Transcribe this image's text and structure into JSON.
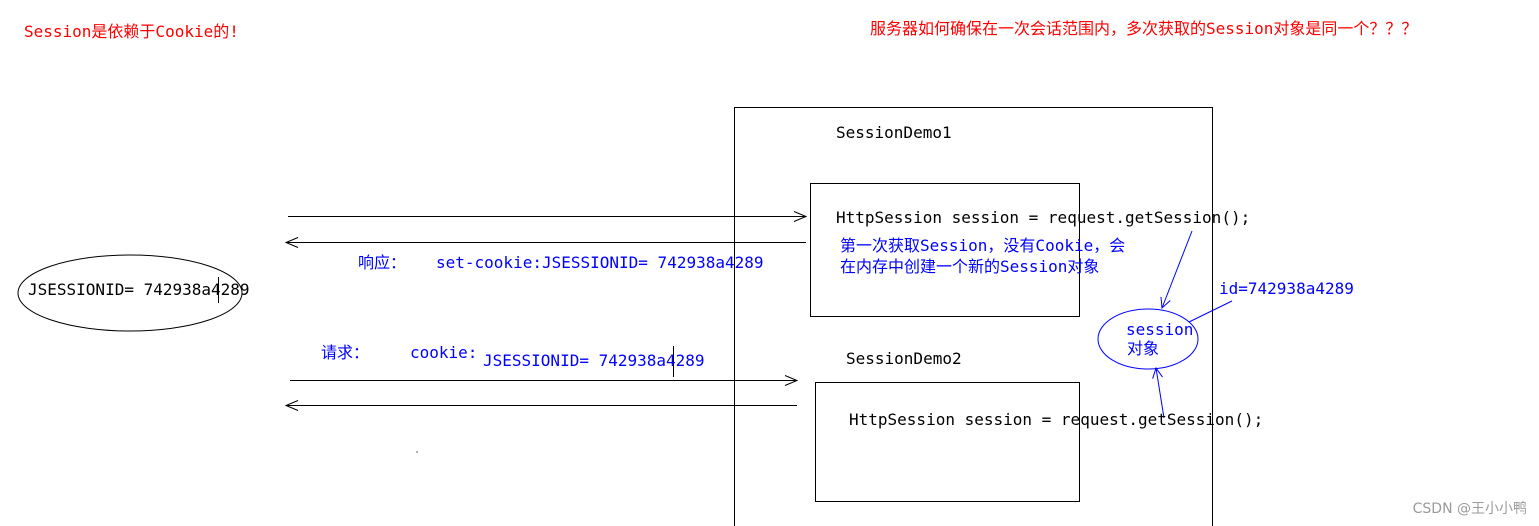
{
  "notes": {
    "top_left": "Session是依赖于Cookie的!",
    "top_right": "服务器如何确保在一次会话范围内，多次获取的Session对象是同一个？？？"
  },
  "client": {
    "cookie_ellipse_text": "JSESSIONID= 742938a4289"
  },
  "response": {
    "label": "响应：",
    "value": "set-cookie:JSESSIONID= 742938a4289"
  },
  "request": {
    "label": "请求：",
    "cookie_label": "cookie:",
    "cookie_value": "JSESSIONID= 742938a4289"
  },
  "server": {
    "demo1": {
      "title": "SessionDemo1",
      "code": "HttpSession session = request.getSession();",
      "note_line1": "第一次获取Session，没有Cookie，会",
      "note_line2": "在内存中创建一个新的Session对象"
    },
    "demo2": {
      "title": "SessionDemo2",
      "code": "HttpSession session = request.getSession();"
    },
    "session_object": {
      "line1": "session",
      "line2": "对象",
      "id": "id=742938a4289"
    }
  },
  "watermark": "CSDN @王小小鸭",
  "colors": {
    "annotation": "#0000ff",
    "heading": "#ff0000",
    "lines": "#000000"
  }
}
